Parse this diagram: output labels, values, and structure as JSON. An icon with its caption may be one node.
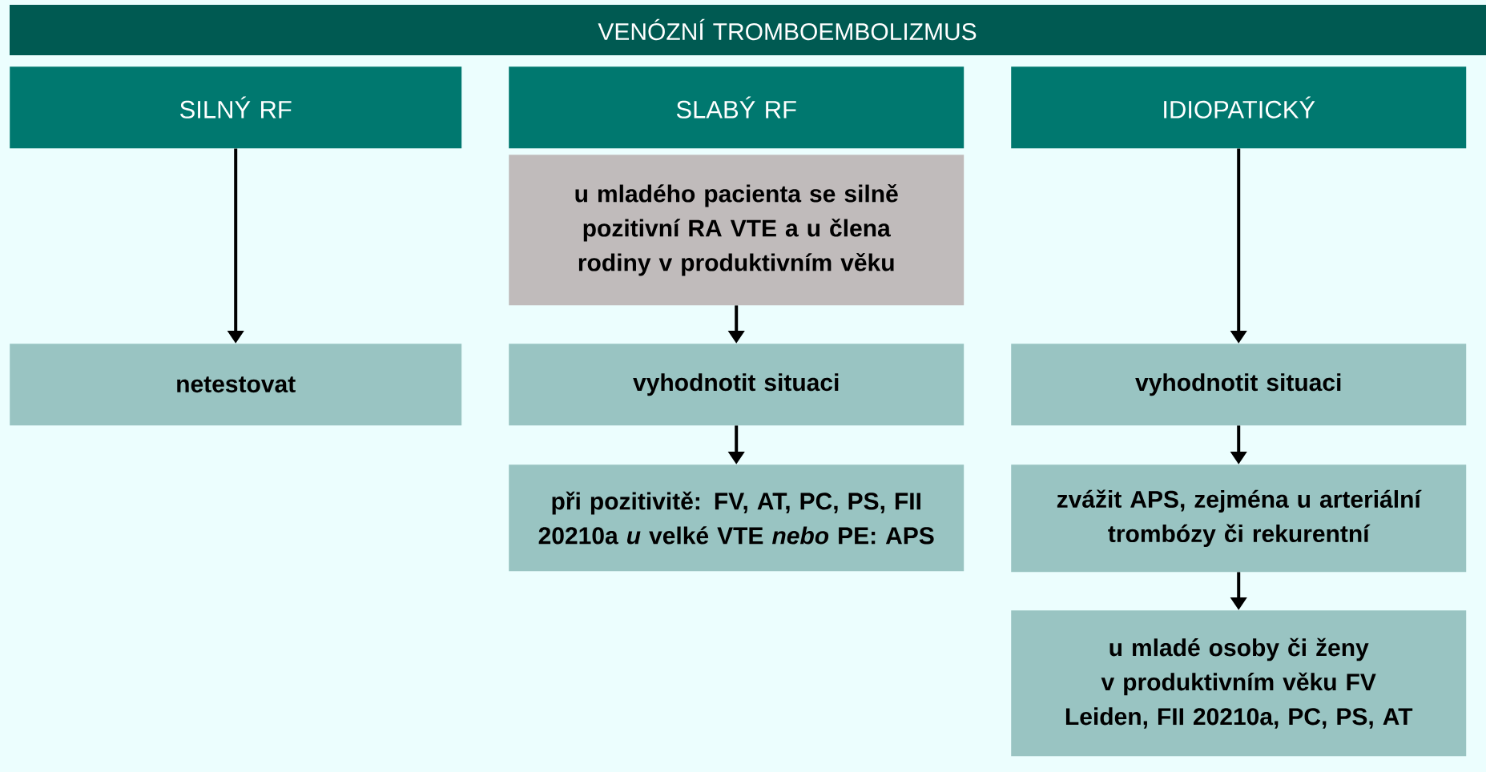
{
  "diagram": {
    "nodes": [
      {
        "text": [
          "VENÓZNÍ TROMBOEMBOLIZMUS"
        ]
      },
      {
        "text": [
          "SILNÝ RF"
        ]
      },
      {
        "text": [
          "SLABÝ RF"
        ]
      },
      {
        "text": [
          "IDIOPATICKÝ"
        ]
      },
      {
        "text": [
          "u mladého pacienta se silně pozitivní RA VTE a u člena rodiny v produktivním věku"
        ]
      },
      {
        "text": [
          "netestovat"
        ]
      },
      {
        "text": [
          "vyhodnotit situaci"
        ]
      },
      {
        "text": [
          "vyhodnotit situaci"
        ]
      },
      {
        "text": [
          "při pozitivitě: FV, AT, PC, PS, FII 20210a *u* velké VTE *nebo* PE: APS"
        ]
      },
      {
        "text": [
          "zvážit APS, zejména u arteriální trombózy či rekurentní"
        ]
      },
      {
        "text": [
          "u mladé osoby či ženy v produktivním věku FV Leiden, FII 20210a, PC, PS, AT"
        ]
      }
    ],
    "edges": [
      {
        "from": 1,
        "to": 5,
        "arrow": "to"
      },
      {
        "from": 4,
        "to": 6,
        "arrow": "to"
      },
      {
        "from": 3,
        "to": 7,
        "arrow": "to"
      },
      {
        "from": 6,
        "to": 8,
        "arrow": "to"
      },
      {
        "from": 7,
        "to": 9,
        "arrow": "to"
      },
      {
        "from": 9,
        "to": 10,
        "arrow": "to"
      }
    ]
  }
}
